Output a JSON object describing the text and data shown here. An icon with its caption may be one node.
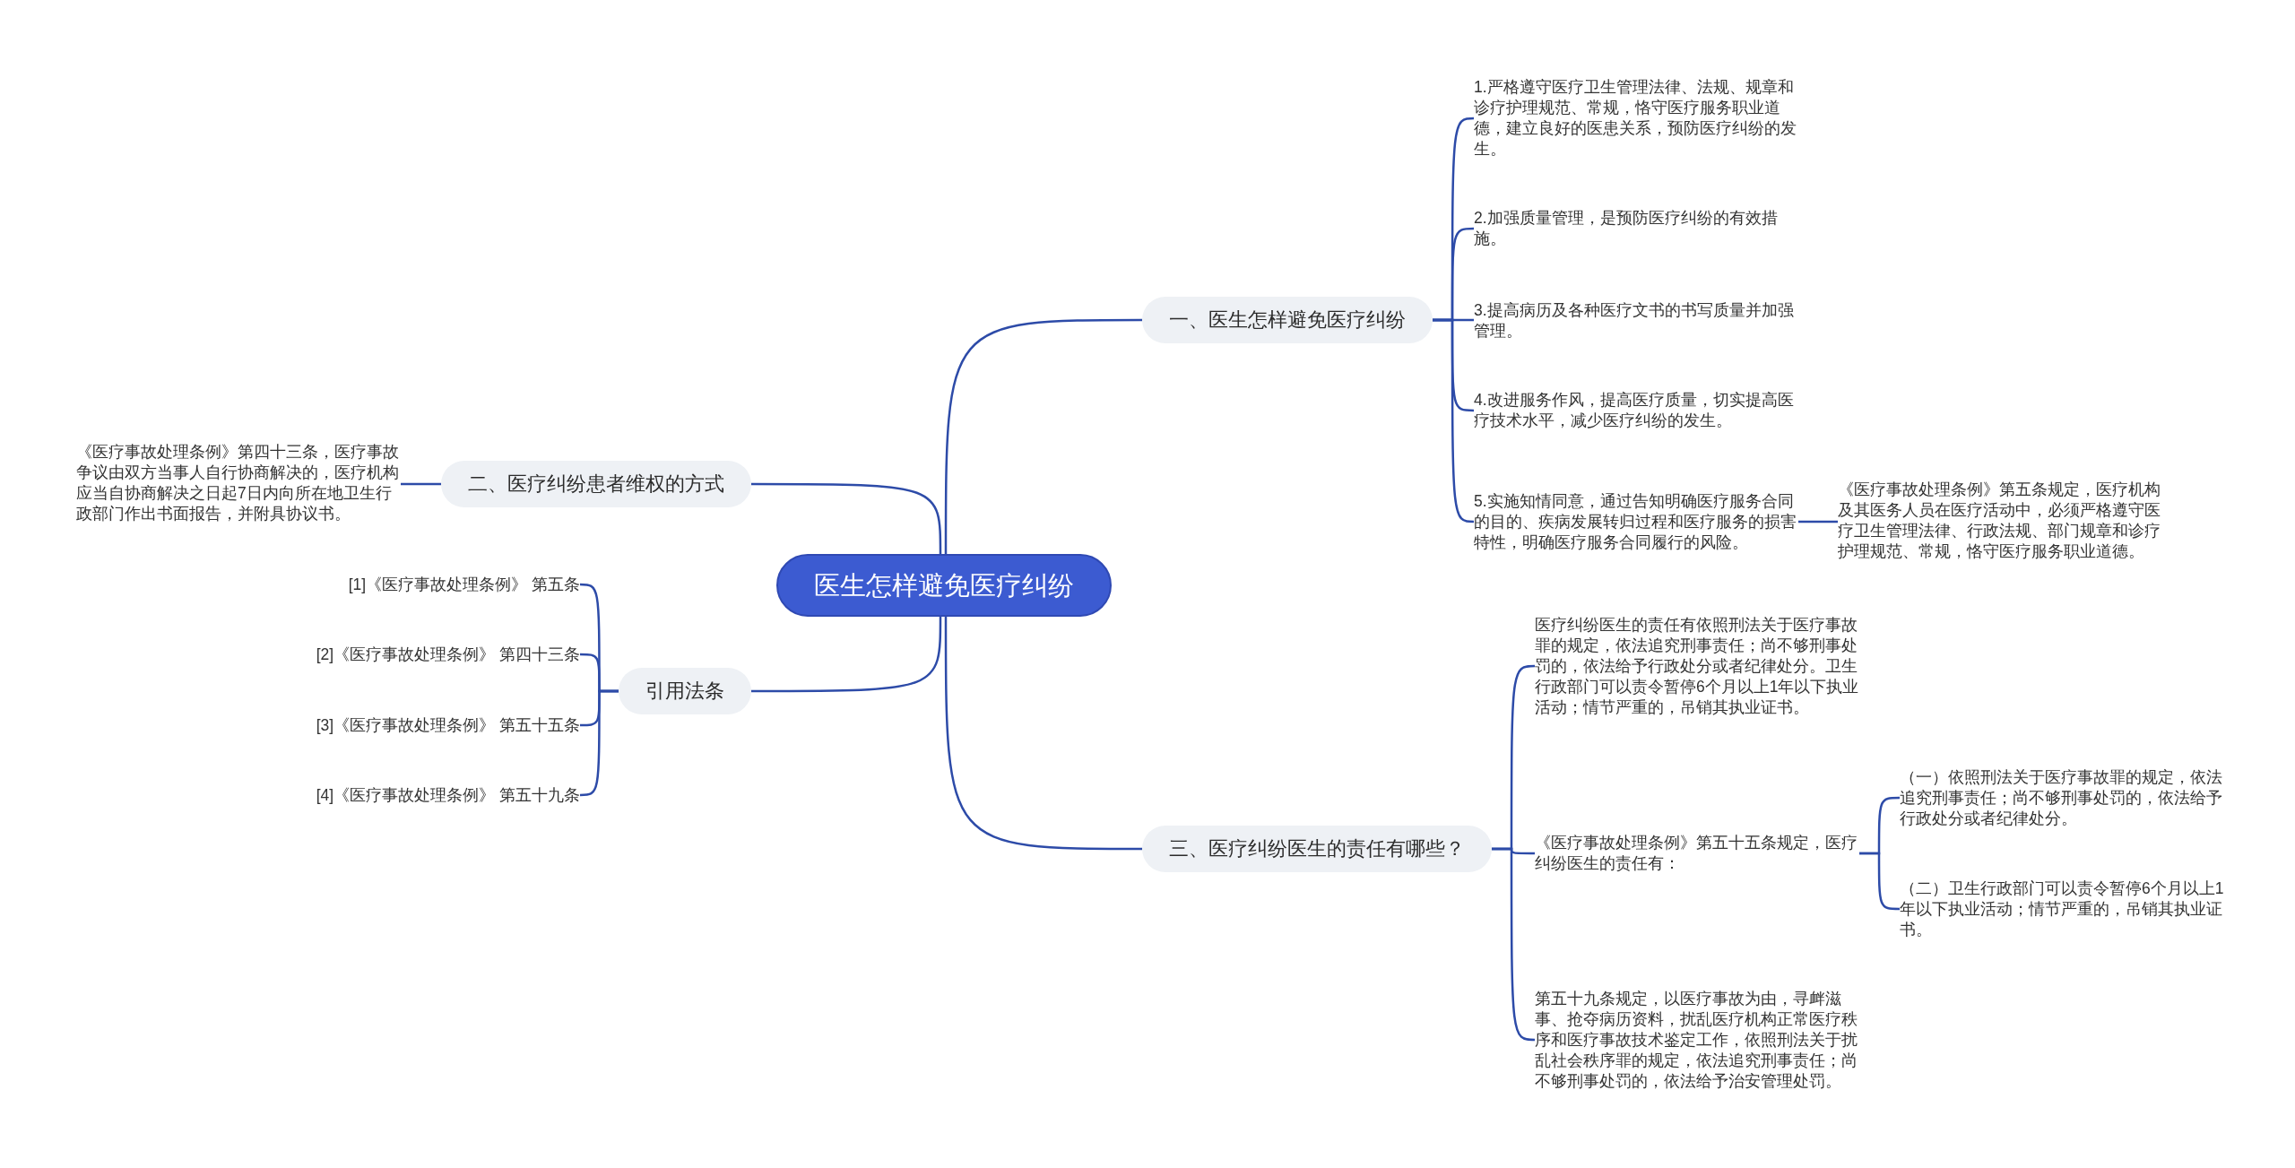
{
  "diagram": {
    "nodes": [
      {
        "text": [
          "医生怎样避免医疗纠纷"
        ]
      },
      {
        "text": [
          "一、医生怎样避免医疗纠纷"
        ]
      },
      {
        "text": [
          "1.严格遵守医疗卫生管理法律、法规、规章和诊疗护理规范、常规，恪守医疗服务职业道德，建立良好的医患关系，预防医疗纠纷的发生。"
        ]
      },
      {
        "text": [
          "2.加强质量管理，是预防医疗纠纷的有效措施。"
        ]
      },
      {
        "text": [
          "3.提高病历及各种医疗文书的书写质量并加强管理。"
        ]
      },
      {
        "text": [
          "4.改进服务作风，提高医疗质量，切实提高医疗技术水平，减少医疗纠纷的发生。"
        ]
      },
      {
        "text": [
          "5.实施知情同意，通过告知明确医疗服务合同的目的、疾病发展转归过程和医疗服务的损害特性，明确医疗服务合同履行的风险。"
        ]
      },
      {
        "text": [
          "《医疗事故处理条例》第五条规定，医疗机构及其医务人员在医疗活动中，必须严格遵守医疗卫生管理法律、行政法规、部门规章和诊疗护理规范、常规，恪守医疗服务职业道德。"
        ]
      },
      {
        "text": [
          "二、医疗纠纷患者维权的方式"
        ]
      },
      {
        "text": [
          "《医疗事故处理条例》第四十三条，医疗事故争议由双方当事人自行协商解决的，医疗机构应当自协商解决之日起7日内向所在地卫生行政部门作出书面报告，并附具协议书。"
        ]
      },
      {
        "text": [
          "引用法条"
        ]
      },
      {
        "text": [
          "[1]《医疗事故处理条例》 第五条"
        ]
      },
      {
        "text": [
          "[2]《医疗事故处理条例》 第四十三条"
        ]
      },
      {
        "text": [
          "[3]《医疗事故处理条例》 第五十五条"
        ]
      },
      {
        "text": [
          "[4]《医疗事故处理条例》 第五十九条"
        ]
      },
      {
        "text": [
          "三、医疗纠纷医生的责任有哪些？"
        ]
      },
      {
        "text": [
          "医疗纠纷医生的责任有依照刑法关于医疗事故罪的规定，依法追究刑事责任；尚不够刑事处罚的，依法给予行政处分或者纪律处分。卫生行政部门可以责令暂停6个月以上1年以下执业活动；情节严重的，吊销其执业证书。"
        ]
      },
      {
        "text": [
          "《医疗事故处理条例》第五十五条规定，医疗纠纷医生的责任有："
        ]
      },
      {
        "text": [
          "（一）依照刑法关于医疗事故罪的规定，依法追究刑事责任；尚不够刑事处罚的，依法给予行政处分或者纪律处分。"
        ]
      },
      {
        "text": [
          "（二）卫生行政部门可以责令暂停6个月以上1年以下执业活动；情节严重的，吊销其执业证书。"
        ]
      },
      {
        "text": [
          "第五十九条规定，以医疗事故为由，寻衅滋事、抢夺病历资料，扰乱医疗机构正常医疗秩序和医疗事故技术鉴定工作，依照刑法关于扰乱社会秩序罪的规定，依法追究刑事责任；尚不够刑事处罚的，依法给予治安管理处罚。"
        ]
      }
    ],
    "edges": [
      {
        "from": 0,
        "to": 1,
        "arrow": "none"
      },
      {
        "from": 1,
        "to": 2,
        "arrow": "none"
      },
      {
        "from": 1,
        "to": 3,
        "arrow": "none"
      },
      {
        "from": 1,
        "to": 4,
        "arrow": "none"
      },
      {
        "from": 1,
        "to": 5,
        "arrow": "none"
      },
      {
        "from": 1,
        "to": 6,
        "arrow": "none"
      },
      {
        "from": 6,
        "to": 7,
        "arrow": "none"
      },
      {
        "from": 0,
        "to": 8,
        "arrow": "none"
      },
      {
        "from": 8,
        "to": 9,
        "arrow": "none"
      },
      {
        "from": 0,
        "to": 10,
        "arrow": "none"
      },
      {
        "from": 10,
        "to": 11,
        "arrow": "none"
      },
      {
        "from": 10,
        "to": 12,
        "arrow": "none"
      },
      {
        "from": 10,
        "to": 13,
        "arrow": "none"
      },
      {
        "from": 10,
        "to": 14,
        "arrow": "none"
      },
      {
        "from": 0,
        "to": 15,
        "arrow": "none"
      },
      {
        "from": 15,
        "to": 16,
        "arrow": "none"
      },
      {
        "from": 15,
        "to": 17,
        "arrow": "none"
      },
      {
        "from": 15,
        "to": 20,
        "arrow": "none"
      },
      {
        "from": 17,
        "to": 18,
        "arrow": "none"
      },
      {
        "from": 17,
        "to": 19,
        "arrow": "none"
      }
    ]
  }
}
